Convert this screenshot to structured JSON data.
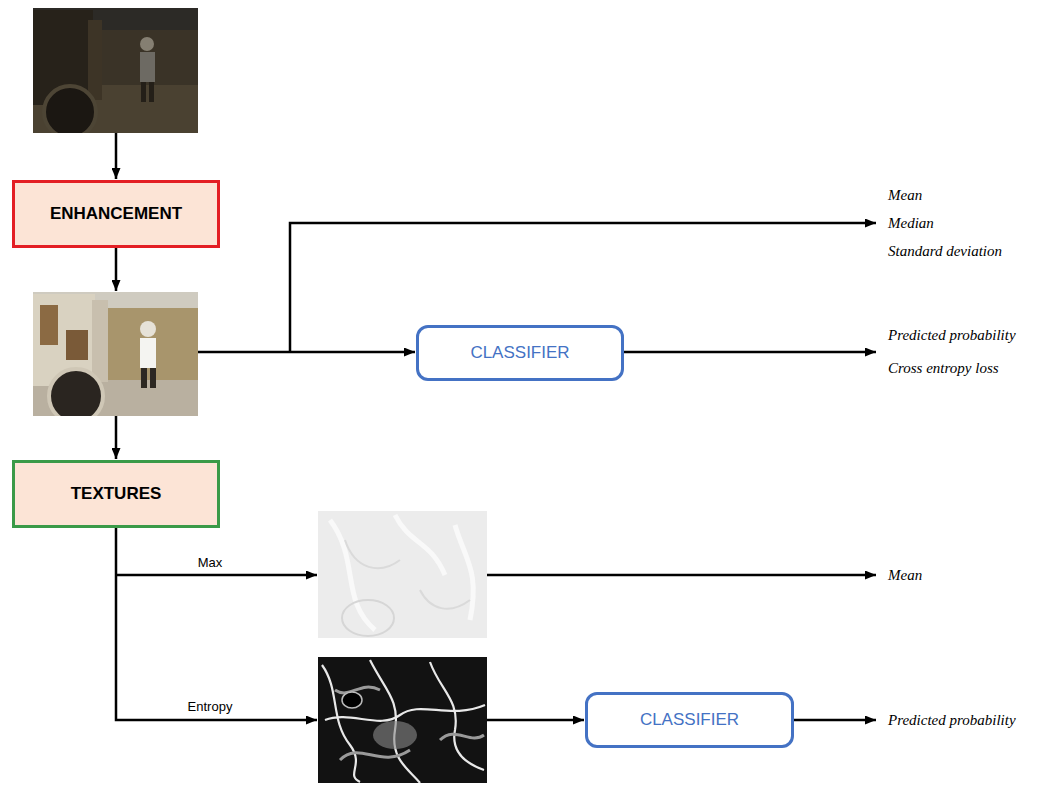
{
  "diagram": {
    "nodes": [
      {
        "text": [
          "ENHANCEMENT"
        ]
      },
      {
        "text": [
          "CLASSIFIER"
        ]
      },
      {
        "text": [
          "TEXTURES"
        ]
      },
      {
        "text": [
          "CLASSIFIER"
        ]
      }
    ],
    "labels": [
      "Mean",
      "Median",
      "Standard deviation",
      "Predicted probability",
      "Cross entropy loss",
      "Max",
      "Mean",
      "Entropy",
      "Predicted probability"
    ]
  }
}
